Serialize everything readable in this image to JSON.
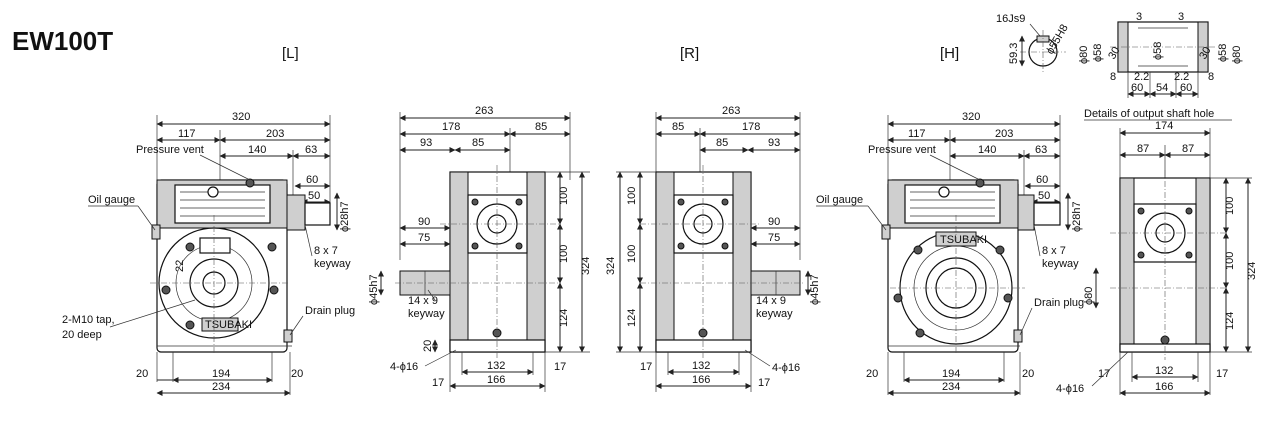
{
  "title": "EW100T",
  "views": {
    "left": "[L]",
    "right": "[R]",
    "hollow": "[H]"
  },
  "labels": {
    "pressure_vent": "Pressure vent",
    "oil_gauge": "Oil gauge",
    "drain_plug": "Drain plug",
    "tap": "2-M10 tap,",
    "tap_depth": "20 deep",
    "keyway_8x7": "8 x 7",
    "keyway_14x9": "14 x 9",
    "keyway": "keyway",
    "holes": "4-ϕ16",
    "details_caption": "Details of output shaft hole",
    "brand": "TSUBAKI"
  },
  "dims": {
    "d320": "320",
    "d117": "117",
    "d203": "203",
    "d140": "140",
    "d63": "63",
    "d60": "60",
    "d50": "50",
    "d28h7": "ϕ28h7",
    "d22": "22",
    "d20": "20",
    "d194": "194",
    "d234": "234",
    "d263": "263",
    "d178": "178",
    "d85": "85",
    "d93": "93",
    "d90": "90",
    "d75": "75",
    "d45h7": "ϕ45h7",
    "d100": "100",
    "d124": "124",
    "d324": "324",
    "d132": "132",
    "d166": "166",
    "d17": "17",
    "d174": "174",
    "d87": "87",
    "d80": "ϕ80",
    "det_16js9": "16Js9",
    "det_55h8": "ϕ55H8",
    "det_59_3": "59.3",
    "det_80": "ϕ80",
    "det_58": "ϕ58",
    "det_30": "30",
    "det_3": "3",
    "det_8": "8",
    "det_2_2": "2.2",
    "det_54": "54",
    "det_60": "60"
  }
}
